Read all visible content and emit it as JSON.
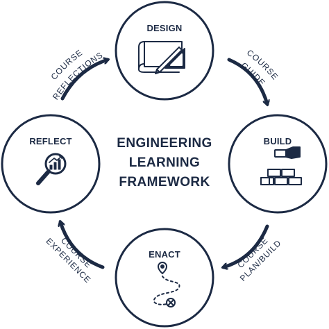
{
  "title": {
    "line1": "ENGINEERING",
    "line2": "LEARNING",
    "line3": "FRAMEWORK"
  },
  "stages": {
    "design": "DESIGN",
    "build": "BUILD",
    "enact": "ENACT",
    "reflect": "REFLECT"
  },
  "transitions": {
    "reflect_to_design": {
      "line1": "COURSE",
      "line2": "REFLECTIONS"
    },
    "design_to_build": {
      "line1": "COURSE",
      "line2": "GUIDE"
    },
    "build_to_enact": {
      "line1": "COURSE",
      "line2": "PLAN/BUILD"
    },
    "enact_to_reflect": {
      "line1": "COURSE",
      "line2": "EXPERIENCE"
    }
  },
  "icons": {
    "design": "blueprint-set-square-pencil-icon",
    "build": "hand-placing-brick-icon",
    "enact": "route-map-pin-icon",
    "reflect": "magnifier-growth-chart-icon"
  },
  "colors": {
    "ink": "#1c2a44",
    "background": "#ffffff"
  }
}
